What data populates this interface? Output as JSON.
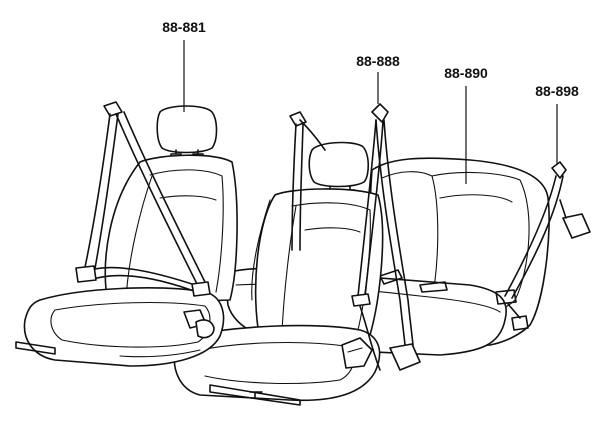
{
  "callouts": [
    {
      "id": "front-seat-belt",
      "text": "88-881"
    },
    {
      "id": "rear-seat-belt-center",
      "text": "88-888"
    },
    {
      "id": "rear-seat-belt-outer",
      "text": "88-890"
    },
    {
      "id": "rear-seat-belt-right",
      "text": "88-898"
    }
  ]
}
